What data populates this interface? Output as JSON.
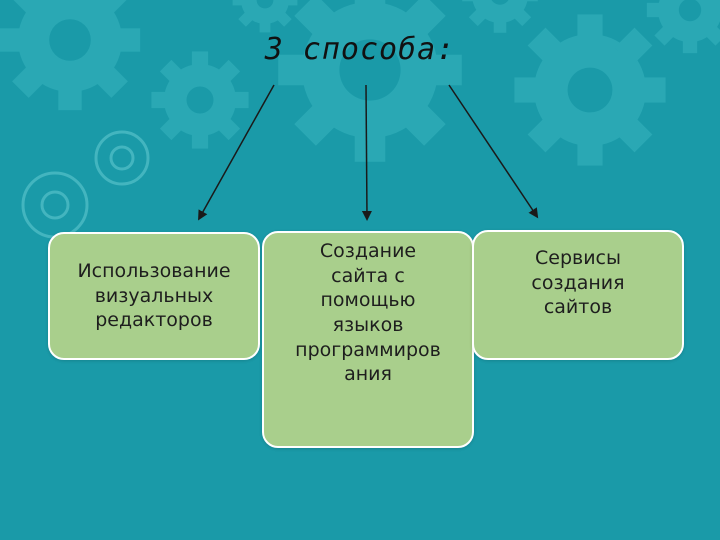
{
  "title": "3 способа:",
  "boxes": {
    "left": "Использование\nвизуальных\nредакторов",
    "center": "Создание\nсайта с\nпомощью\nязыков\nпрограммиров\nания",
    "right": "Сервисы\nсоздания\nсайтов"
  },
  "colors": {
    "background": "#1a9aa8",
    "gear": "#2aa8b4",
    "box_fill": "#a9cf8c",
    "box_border": "#ffffff",
    "arrow": "#1a1a1a"
  },
  "icons": [
    "gear-icon",
    "arrow-icon"
  ]
}
